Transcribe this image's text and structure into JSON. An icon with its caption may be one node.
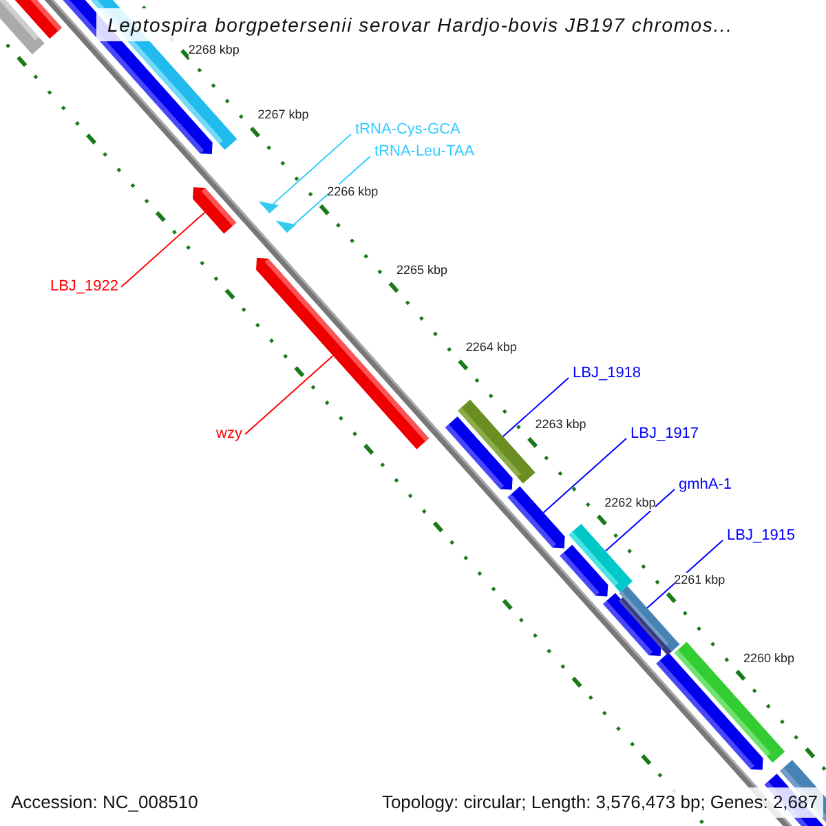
{
  "diagram": {
    "title": "Leptospira borgpetersenii serovar Hardjo-bovis JB197 chromos...",
    "nodes": [
      {
        "text": [
          "tRNA-Cys-GCA"
        ]
      },
      {
        "text": [
          "tRNA-Leu-TAA"
        ]
      },
      {
        "text": [],
        "shape": "triangle"
      },
      {
        "text": [],
        "shape": "triangle"
      },
      {
        "text": [
          "LBJ_1922"
        ]
      },
      {
        "text": [],
        "shape": "bar"
      },
      {
        "text": [
          "wzy"
        ]
      },
      {
        "text": [],
        "shape": "bar"
      },
      {
        "text": [
          "LBJ_1918"
        ]
      },
      {
        "text": [],
        "shape": "bar"
      },
      {
        "text": [
          "LBJ_1917"
        ]
      },
      {
        "text": [],
        "shape": "bar"
      },
      {
        "text": [
          "gmhA-1"
        ]
      },
      {
        "text": [],
        "shape": "bar"
      },
      {
        "text": [
          "LBJ_1915"
        ]
      },
      {
        "text": [],
        "shape": "bar"
      }
    ],
    "edges": [
      {
        "from": 0,
        "to": 2,
        "arrow": "none",
        "color": "#33ccff"
      },
      {
        "from": 1,
        "to": 3,
        "arrow": "none",
        "color": "#33ccff"
      },
      {
        "from": 4,
        "to": 5,
        "arrow": "none",
        "color": "#ff0000"
      },
      {
        "from": 6,
        "to": 7,
        "arrow": "none",
        "color": "#ff0000"
      },
      {
        "from": 8,
        "to": 9,
        "arrow": "none"
      },
      {
        "from": 10,
        "to": 11,
        "arrow": "none"
      },
      {
        "from": 12,
        "to": 13,
        "arrow": "none"
      },
      {
        "from": 14,
        "to": 15,
        "arrow": "none"
      }
    ],
    "labels": [
      "2268 kbp",
      "2267 kbp",
      "2266 kbp",
      "2265 kbp",
      "2264 kbp",
      "2263 kbp",
      "2262 kbp",
      "2261 kbp",
      "2260 kbp",
      "Accession: NC_008510",
      "Topology: circular; Length: 3,576,473 bp; Genes: 2,687"
    ]
  }
}
